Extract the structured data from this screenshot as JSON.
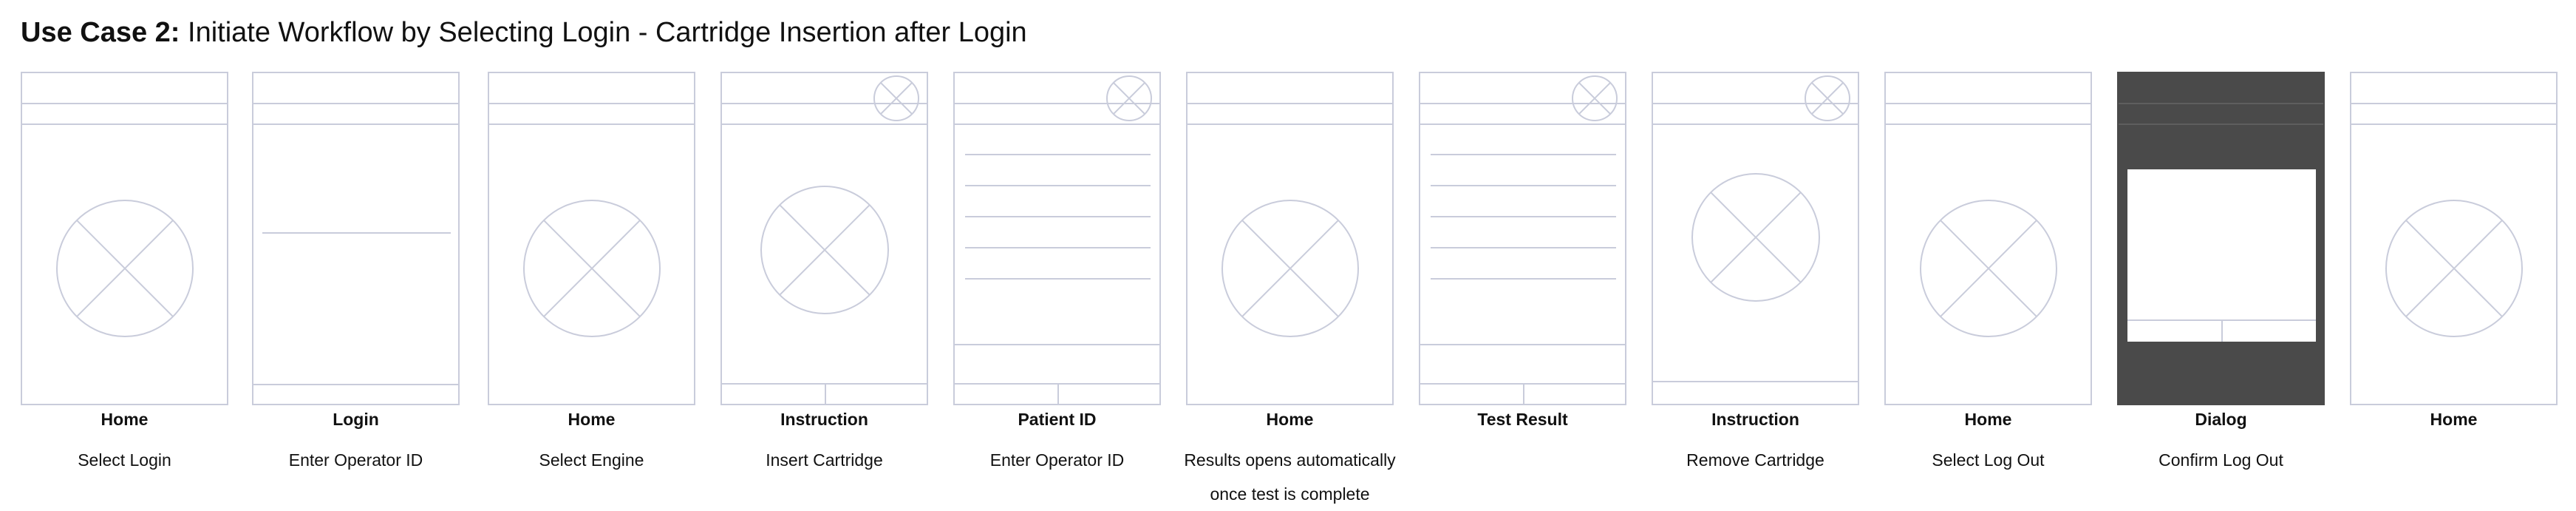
{
  "title": {
    "prefix": "Use Case 2:",
    "text": "Initiate Workflow by Selecting Login - Cartridge Insertion after Login"
  },
  "colors": {
    "wire": "#c9ccdb",
    "dark_screen": "#4a4a4a",
    "text": "#111111"
  },
  "screens": [
    {
      "name": "Home",
      "description": "Select Login",
      "variant": "placeholder"
    },
    {
      "name": "Login",
      "description": "Enter Operator ID",
      "variant": "login"
    },
    {
      "name": "Home",
      "description": "Select Engine",
      "variant": "placeholder"
    },
    {
      "name": "Instruction",
      "description": "Insert Cartridge",
      "variant": "instruction"
    },
    {
      "name": "Patient ID",
      "description": "Enter Operator ID",
      "variant": "list"
    },
    {
      "name": "Home",
      "description": "Results opens automatically once test is complete",
      "variant": "placeholder"
    },
    {
      "name": "Test Result",
      "description": "",
      "variant": "list"
    },
    {
      "name": "Instruction",
      "description": "Remove Cartridge",
      "variant": "instruction-remove"
    },
    {
      "name": "Home",
      "description": "Select Log Out",
      "variant": "placeholder"
    },
    {
      "name": "Dialog",
      "description": "Confirm Log Out",
      "variant": "dialog"
    },
    {
      "name": "Home",
      "description": "",
      "variant": "placeholder"
    }
  ]
}
